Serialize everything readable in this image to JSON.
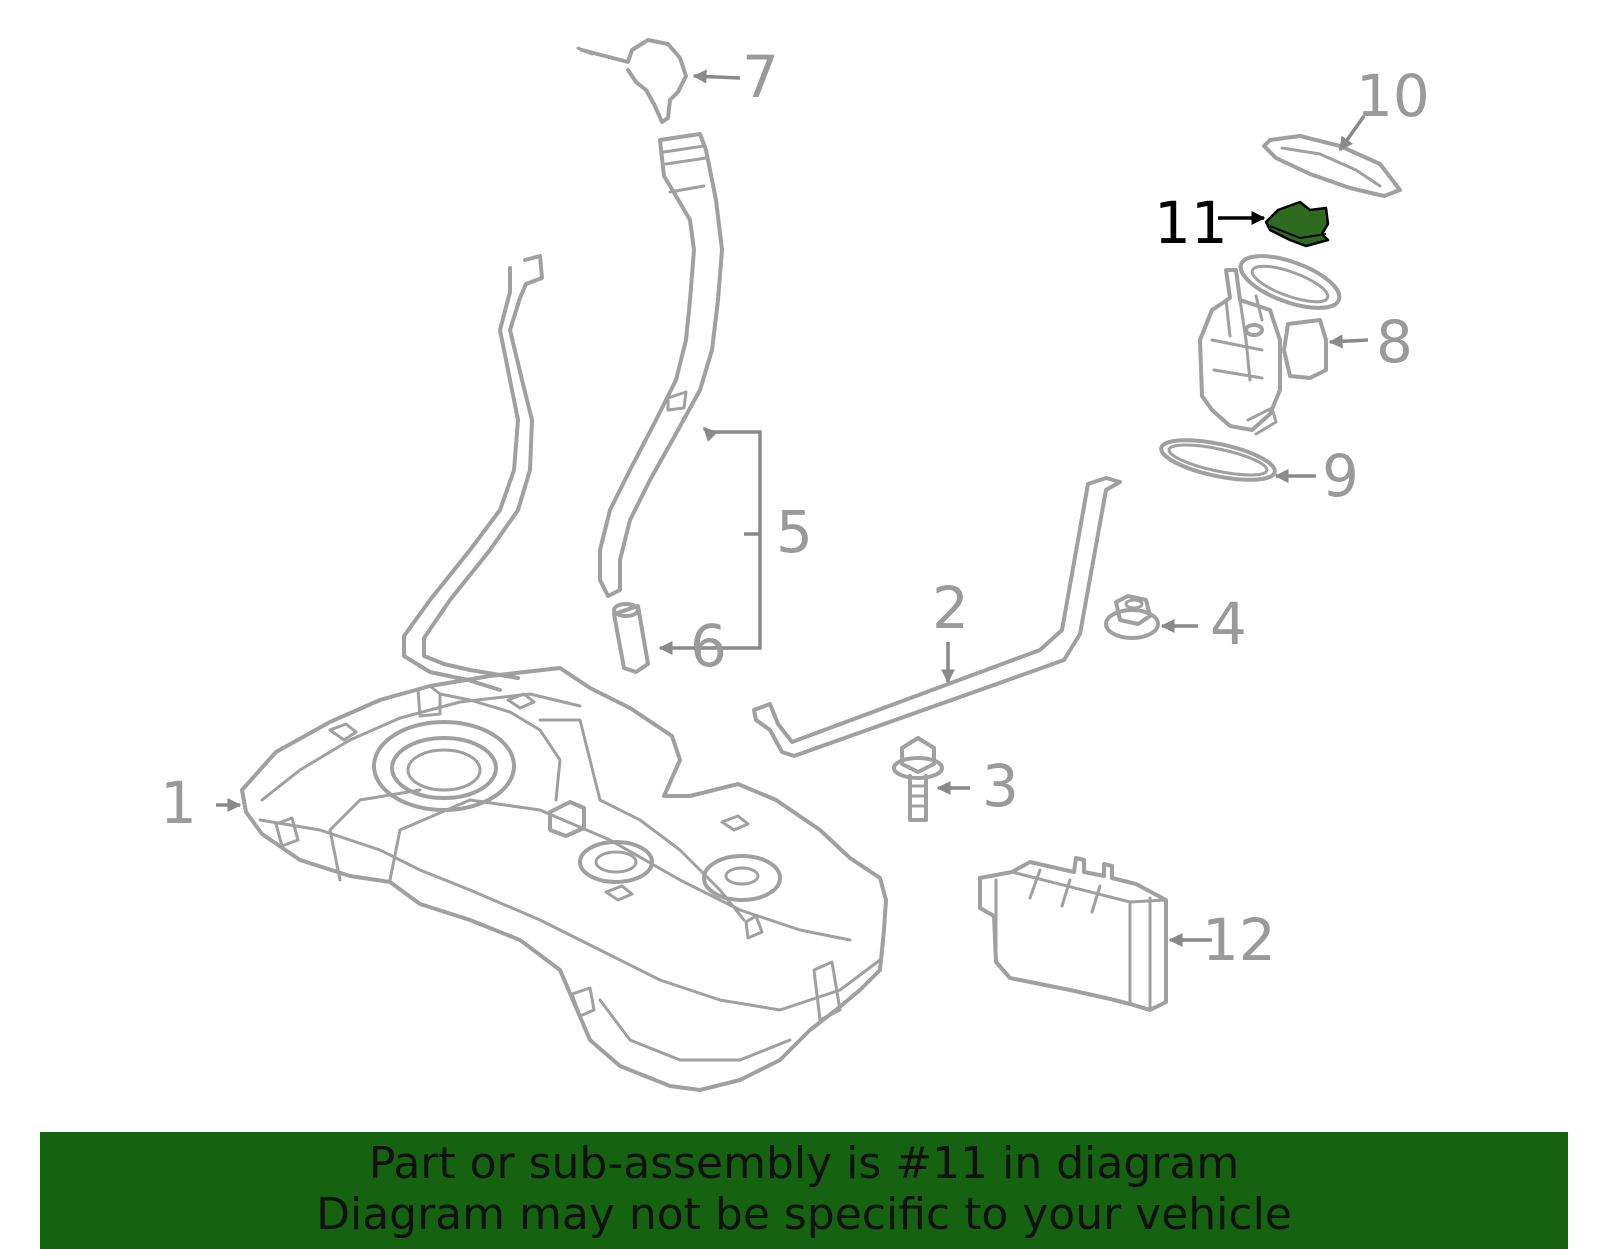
{
  "colors": {
    "line": "#a0a0a0",
    "label": "#9a9a9a",
    "highlight_part": "#2e6b1e",
    "highlight_label": "#000000",
    "banner_bg": "#156310"
  },
  "callouts": {
    "p1": "1",
    "p2": "2",
    "p3": "3",
    "p4": "4",
    "p5": "5",
    "p6": "6",
    "p7": "7",
    "p8": "8",
    "p9": "9",
    "p10": "10",
    "p11": "11",
    "p12": "12"
  },
  "highlighted_part": "11",
  "banner": {
    "line1": "Part or sub-assembly is #11 in diagram",
    "line2": "Diagram may not be specific to your vehicle"
  }
}
